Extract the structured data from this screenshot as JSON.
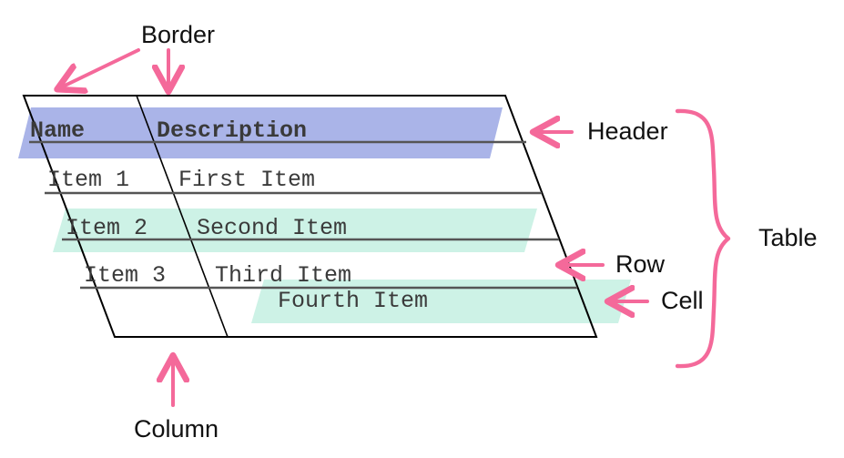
{
  "diagram": {
    "title_concept": "HTML table anatomy diagram",
    "colors": {
      "accent_pink": "#f4699a",
      "header_band": "#aab4e8",
      "row_band": "#cdf2e6",
      "cell_band": "#cdf2e6",
      "table_border": "#000000",
      "row_rule": "#555555",
      "text_dark": "#3a3a3a",
      "label_text": "#111111",
      "background": "#ffffff"
    }
  },
  "table": {
    "columns": [
      "Name",
      "Description"
    ],
    "header": {
      "name": "Name",
      "description": "Description"
    },
    "rows": [
      {
        "name": "Item 1",
        "description": "First Item"
      },
      {
        "name": "Item 2",
        "description": "Second Item"
      },
      {
        "name": "Item 3",
        "description": "Third Item"
      }
    ],
    "floating_cell": {
      "text": "Fourth Item"
    }
  },
  "annotations": {
    "border": {
      "label": "Border",
      "arrows": 2
    },
    "header": {
      "label": "Header",
      "arrows": 1
    },
    "row": {
      "label": "Row",
      "arrows": 1
    },
    "cell": {
      "label": "Cell",
      "arrows": 1
    },
    "table": {
      "label": "Table",
      "brace": "right-curly"
    },
    "column": {
      "label": "Column",
      "arrows": 1
    }
  }
}
